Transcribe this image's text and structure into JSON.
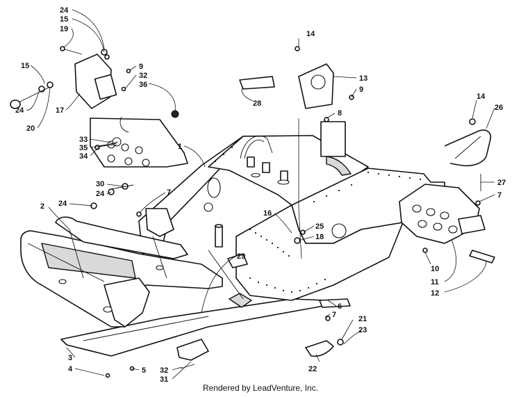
{
  "footer": "Rendered by LeadVenture, Inc.",
  "callouts": [
    {
      "id": "c1",
      "label": "24"
    },
    {
      "id": "c2",
      "label": "15"
    },
    {
      "id": "c3",
      "label": "19"
    },
    {
      "id": "c4",
      "label": "15"
    },
    {
      "id": "c5",
      "label": "9"
    },
    {
      "id": "c6",
      "label": "32"
    },
    {
      "id": "c7",
      "label": "36"
    },
    {
      "id": "c8",
      "label": "17"
    },
    {
      "id": "c9",
      "label": "24"
    },
    {
      "id": "c10",
      "label": "20"
    },
    {
      "id": "c11",
      "label": "33"
    },
    {
      "id": "c12",
      "label": "35"
    },
    {
      "id": "c13",
      "label": "34"
    },
    {
      "id": "c14",
      "label": "1"
    },
    {
      "id": "c15",
      "label": "14"
    },
    {
      "id": "c16",
      "label": "13"
    },
    {
      "id": "c17",
      "label": "9"
    },
    {
      "id": "c18",
      "label": "28"
    },
    {
      "id": "c19",
      "label": "8"
    },
    {
      "id": "c20",
      "label": "14"
    },
    {
      "id": "c21",
      "label": "26"
    },
    {
      "id": "c22",
      "label": "30"
    },
    {
      "id": "c23",
      "label": "24"
    },
    {
      "id": "c24",
      "label": "24"
    },
    {
      "id": "c25",
      "label": "7"
    },
    {
      "id": "c26",
      "label": "2"
    },
    {
      "id": "c27",
      "label": "16"
    },
    {
      "id": "c28",
      "label": "25"
    },
    {
      "id": "c29",
      "label": "18"
    },
    {
      "id": "c30",
      "label": "27"
    },
    {
      "id": "c31",
      "label": "7"
    },
    {
      "id": "c32",
      "label": "29"
    },
    {
      "id": "c33",
      "label": "10"
    },
    {
      "id": "c34",
      "label": "11"
    },
    {
      "id": "c35",
      "label": "12"
    },
    {
      "id": "c36",
      "label": "6"
    },
    {
      "id": "c37",
      "label": "7"
    },
    {
      "id": "c38",
      "label": "21"
    },
    {
      "id": "c39",
      "label": "23"
    },
    {
      "id": "c40",
      "label": "3"
    },
    {
      "id": "c41",
      "label": "4"
    },
    {
      "id": "c42",
      "label": "5"
    },
    {
      "id": "c43",
      "label": "32"
    },
    {
      "id": "c44",
      "label": "31"
    },
    {
      "id": "c45",
      "label": "22"
    }
  ]
}
